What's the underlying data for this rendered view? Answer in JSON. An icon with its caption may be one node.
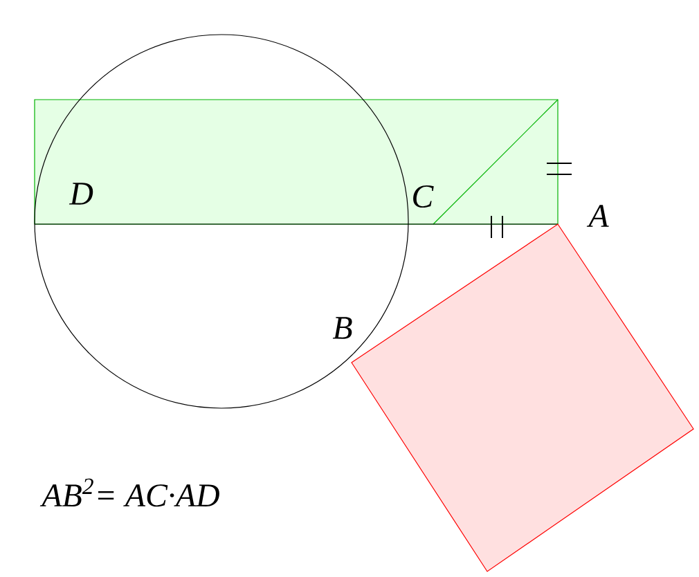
{
  "diagram": {
    "labels": [
      "D",
      "C",
      "A",
      "B",
      "AB$^{2}$= AC·AD"
    ]
  }
}
